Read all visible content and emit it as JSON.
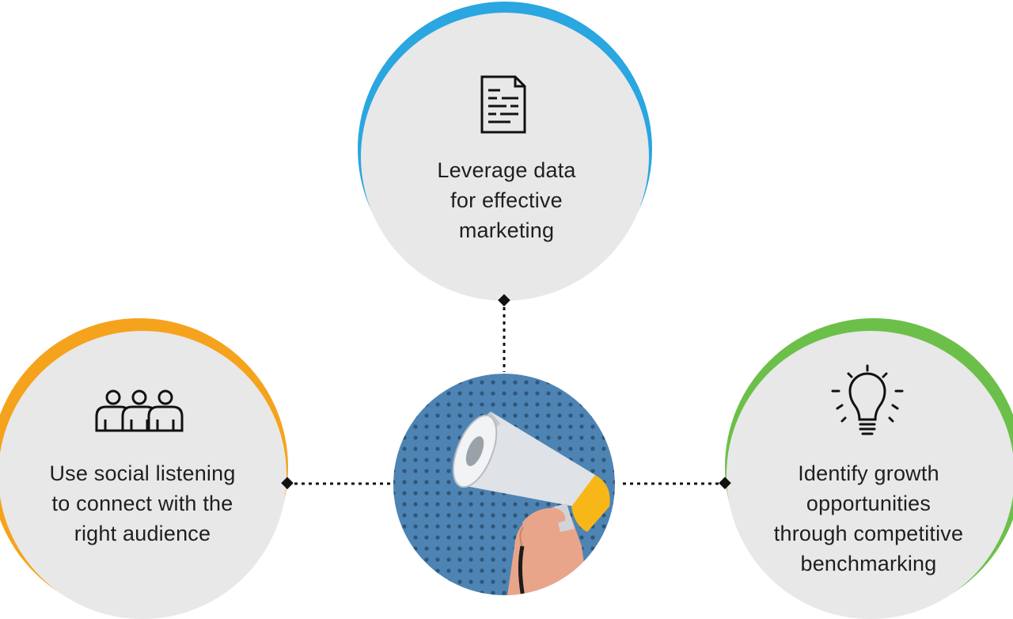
{
  "nodes": {
    "top": {
      "lines": [
        "Leverage data",
        "for effective",
        "marketing"
      ],
      "accent": "#2aa6e0",
      "icon": "document-icon"
    },
    "left": {
      "lines": [
        "Use social listening",
        "to connect with the",
        "right audience"
      ],
      "accent": "#f5a31d",
      "icon": "people-group-icon"
    },
    "right": {
      "lines": [
        "Identify growth",
        "opportunities",
        "through competitive",
        "benchmarking"
      ],
      "accent": "#6cc04a",
      "icon": "lightbulb-icon"
    }
  },
  "center": {
    "image": "megaphone-photo"
  },
  "colors": {
    "circle_fill": "#e8e8e8",
    "connector": "#111111",
    "photo_bg": "#4d84b4",
    "photo_dots": "#2b4e6e",
    "megaphone_body": "#dfe2e6",
    "megaphone_grip": "#f7b718"
  }
}
